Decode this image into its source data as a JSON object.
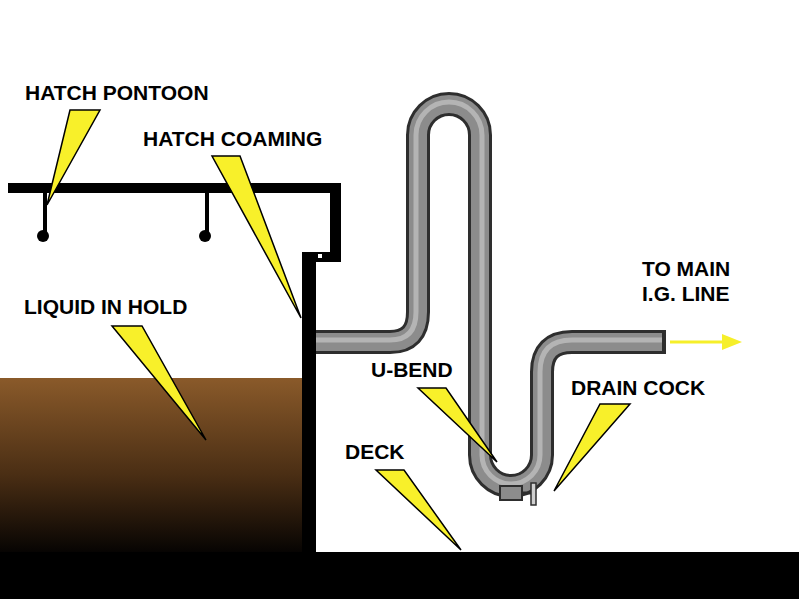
{
  "diagram": {
    "labels": [
      "HATCH PONTOON",
      "HATCH COAMING",
      "LIQUID IN HOLD",
      "U-BEND",
      "DRAIN COCK",
      "DECK",
      "TO MAIN I.G. LINE"
    ]
  }
}
